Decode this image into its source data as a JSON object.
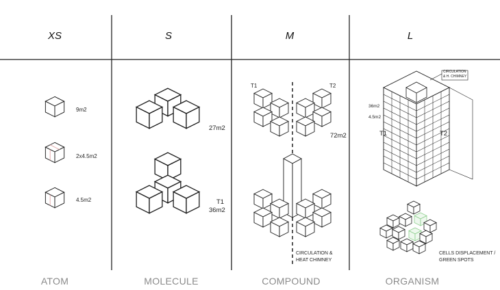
{
  "columns": [
    {
      "size": "XS",
      "stage": "ATOM"
    },
    {
      "size": "S",
      "stage": "MOLECULE"
    },
    {
      "size": "M",
      "stage": "COMPOUND"
    },
    {
      "size": "L",
      "stage": "ORGANISM"
    }
  ],
  "xs": {
    "area_1": "9m2",
    "area_2": "2x4.5m2",
    "area_3": "4.5m2"
  },
  "s": {
    "area_top": "27m2",
    "t_label": "T1",
    "area_bottom": "36m2"
  },
  "m": {
    "t1": "T1",
    "t2": "T2",
    "area": "72m2",
    "circulation_line1": "CIRCULATION &",
    "circulation_line2": "HEAT CHIMNEY"
  },
  "l": {
    "callout_line1": "CIRCULATION",
    "callout_line2": "& H. CHIMNEY",
    "area_1": "36m2",
    "area_2": "4.5m2",
    "t1": "T1",
    "t2": "T2",
    "note_line1": "CELLS DISPLACEMENT /",
    "note_line2": "GREEN SPOTS"
  },
  "colors": {
    "line": "#1a1a1a",
    "divider": "#222222",
    "footer_text": "#8a8a8a",
    "accent_red": "#e0a0a0",
    "accent_green": "#9fd49f"
  }
}
